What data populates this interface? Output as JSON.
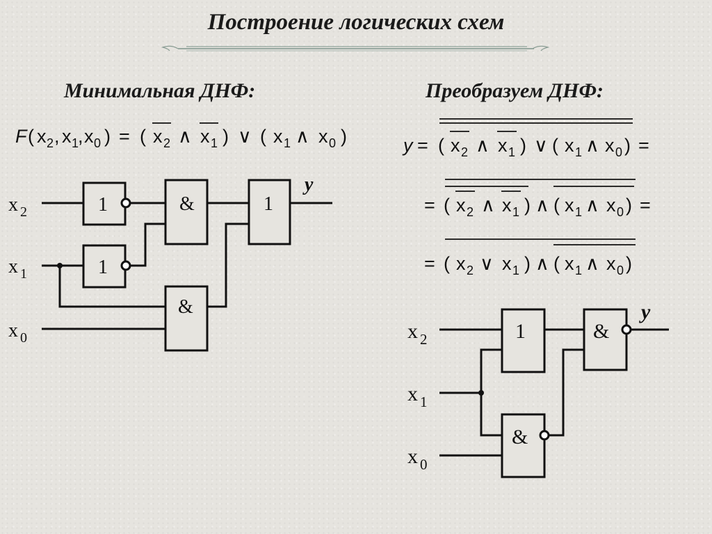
{
  "title": "Построение логических схем",
  "left": {
    "heading": "Минимальная ДНФ:",
    "formula": {
      "F": "F",
      "lp": "(",
      "args": [
        {
          "name": "x",
          "sub": "2"
        },
        {
          "name": "x",
          "sub": "1"
        },
        {
          "name": "x",
          "sub": "0"
        }
      ],
      "comma": ",",
      "rp": ")",
      "eq": "=",
      "and": "∧",
      "or": "∨",
      "terms": [
        {
          "a": "x",
          "a_sub": "2",
          "b": "x",
          "b_sub": "1"
        },
        {
          "a": "x",
          "a_sub": "1",
          "b": "x",
          "b_sub": "0"
        }
      ]
    },
    "circuit": {
      "inputs": [
        {
          "name": "x",
          "sub": "2"
        },
        {
          "name": "x",
          "sub": "1"
        },
        {
          "name": "x",
          "sub": "0"
        }
      ],
      "output": "y",
      "gates": {
        "not_top": "1",
        "not_mid": "1",
        "and_top": "&",
        "and_bottom": "&",
        "or_out": "1"
      }
    }
  },
  "right": {
    "heading": "Преобразуем ДНФ:",
    "formula": {
      "y": "y",
      "eq": "=",
      "and": "∧",
      "or": "∨",
      "lp": "(",
      "rp": ")",
      "line1": [
        {
          "a": "x",
          "a_sub": "2",
          "b": "x",
          "b_sub": "1"
        },
        {
          "a": "x",
          "a_sub": "1",
          "b": "x",
          "b_sub": "0"
        }
      ],
      "line3": [
        {
          "a": "x",
          "a_sub": "2",
          "b": "x",
          "b_sub": "1"
        },
        {
          "a": "x",
          "a_sub": "1",
          "b": "x",
          "b_sub": "0"
        }
      ]
    },
    "circuit": {
      "inputs": [
        {
          "name": "x",
          "sub": "2"
        },
        {
          "name": "x",
          "sub": "1"
        },
        {
          "name": "x",
          "sub": "0"
        }
      ],
      "output": "y",
      "gates": {
        "or_top": "1",
        "nand_bottom": "&",
        "nand_out": "&"
      }
    }
  }
}
